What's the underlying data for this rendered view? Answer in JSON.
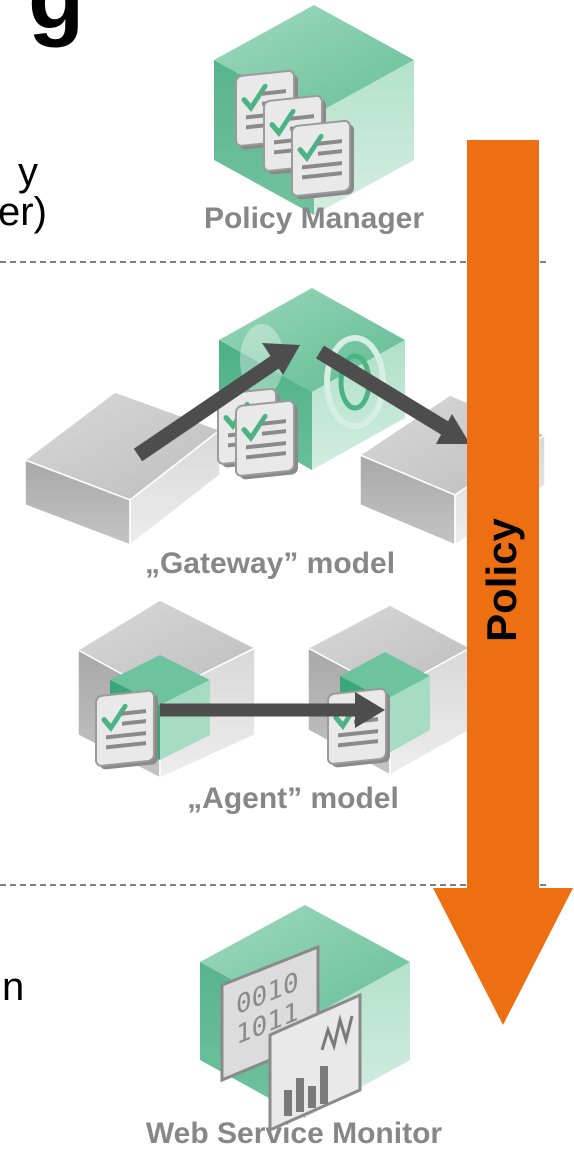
{
  "title_fragment": "g",
  "left_text": {
    "line1": "y",
    "line2": "er)",
    "bottom": "n"
  },
  "policy_manager": {
    "label": "Policy Manager",
    "icon": "policy-documents-icon"
  },
  "gateway_model": {
    "label": "„Gateway” model",
    "icon": "gateway-cube-icon"
  },
  "agent_model": {
    "label": "„Agent” model",
    "icon": "agent-cubes-icon"
  },
  "web_service_monitor": {
    "label": "Web Service Monitor",
    "icon": "monitor-binary-chart-icon"
  },
  "policy_arrow": {
    "label": "Policy",
    "color": "#ee6f12"
  },
  "colors": {
    "green_dark": "#3aa77a",
    "green_mid": "#6cc39d",
    "green_light": "#b5e2cc",
    "grey_box": "#c9c9c9",
    "grey_box_dark": "#9a9a9a",
    "flow_arrow": "#4d4d4d",
    "label_grey": "#878787",
    "divider": "#555555"
  }
}
